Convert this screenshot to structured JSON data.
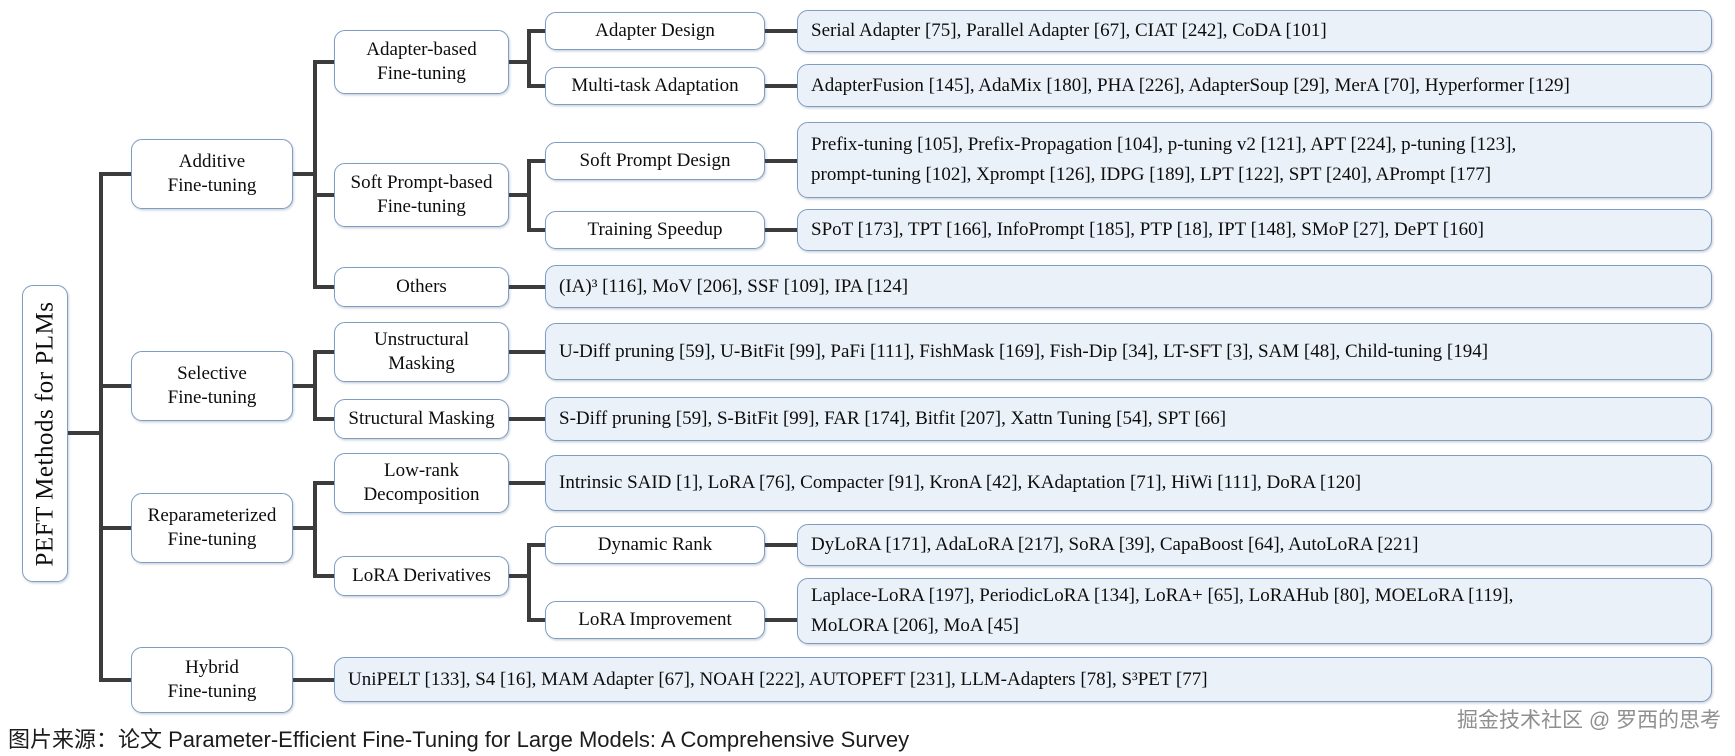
{
  "diagram": {
    "root": "PEFT Methods for PLMs",
    "level1": {
      "additive": "Additive\nFine-tuning",
      "selective": "Selective\nFine-tuning",
      "reparameterized": "Reparameterized\nFine-tuning",
      "hybrid": "Hybrid\nFine-tuning"
    },
    "level2": {
      "adapter_based": "Adapter-based\nFine-tuning",
      "soft_prompt_based": "Soft Prompt-based\nFine-tuning",
      "others": "Others",
      "unstructural_masking": "Unstructural\nMasking",
      "structural_masking": "Structural Masking",
      "low_rank_decomposition": "Low-rank\nDecomposition",
      "lora_derivatives": "LoRA Derivatives"
    },
    "level3": {
      "adapter_design": "Adapter Design",
      "multi_task_adaptation": "Multi-task Adaptation",
      "soft_prompt_design": "Soft Prompt Design",
      "training_speedup": "Training Speedup",
      "dynamic_rank": "Dynamic Rank",
      "lora_improvement": "LoRA Improvement"
    },
    "leaves": {
      "adapter_design": "Serial Adapter  [75], Parallel Adapter [67], CIAT [242], CoDA [101]",
      "multi_task_adaptation": "AdapterFusion [145], AdaMix [180], PHA [226], AdapterSoup [29], MerA [70], Hyperformer [129]",
      "soft_prompt_design": "Prefix-tuning [105], Prefix-Propagation [104], p-tuning v2 [121], APT [224], p-tuning [123],\nprompt-tuning [102], Xprompt [126], IDPG [189], LPT [122], SPT [240], APrompt [177]",
      "training_speedup": "SPoT [173], TPT [166], InfoPrompt [185], PTP [18], IPT [148], SMoP [27], DePT [160]",
      "others": "(IA)³ [116], MoV [206], SSF [109], IPA [124]",
      "unstructural_masking": "U-Diff pruning [59], U-BitFit [99], PaFi [111], FishMask [169], Fish-Dip [34], LT-SFT [3], SAM [48], Child-tuning [194]",
      "structural_masking": "S-Diff pruning [59], S-BitFit [99], FAR [174], Bitfit [207], Xattn Tuning [54], SPT [66]",
      "low_rank_decomposition": "Intrinsic SAID [1], LoRA [76], Compacter [91], KronA [42], KAdaptation [71], HiWi [111], DoRA [120]",
      "dynamic_rank": "DyLoRA [171], AdaLoRA [217], SoRA [39], CapaBoost [64], AutoLoRA [221]",
      "lora_improvement": "Laplace-LoRA [197], PeriodicLoRA [134], LoRA+ [65],  LoRAHub [80], MOELoRA [119],\nMoLORA [206], MoA [45]",
      "hybrid": "UniPELT [133], S4 [16], MAM Adapter [67], NOAH [222], AUTOPEFT [231], LLM-Adapters [78], S³PET [77]"
    }
  },
  "footer": {
    "caption": "图片来源：论文 Parameter-Efficient Fine-Tuning for Large Models: A Comprehensive Survey",
    "watermark": "掘金技术社区 @ 罗西的思考"
  },
  "colors": {
    "box_border": "#7f9cc2",
    "leaf_fill": "#ebf1f8",
    "connector": "#3c3c3c"
  }
}
